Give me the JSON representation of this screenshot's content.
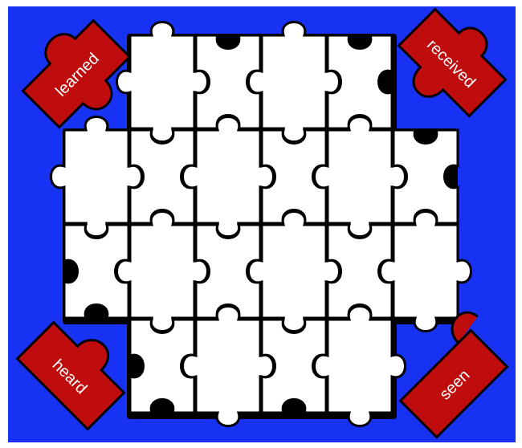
{
  "colors": {
    "background": "#1732f2",
    "board": "#000000",
    "piece": "#ffffff",
    "corner_piece": "#bf0c0c"
  },
  "corner_pieces": [
    {
      "position": "top-left",
      "label": "learned"
    },
    {
      "position": "top-right",
      "label": "received"
    },
    {
      "position": "bottom-left",
      "label": "heard"
    },
    {
      "position": "bottom-right",
      "label": "seen"
    }
  ]
}
